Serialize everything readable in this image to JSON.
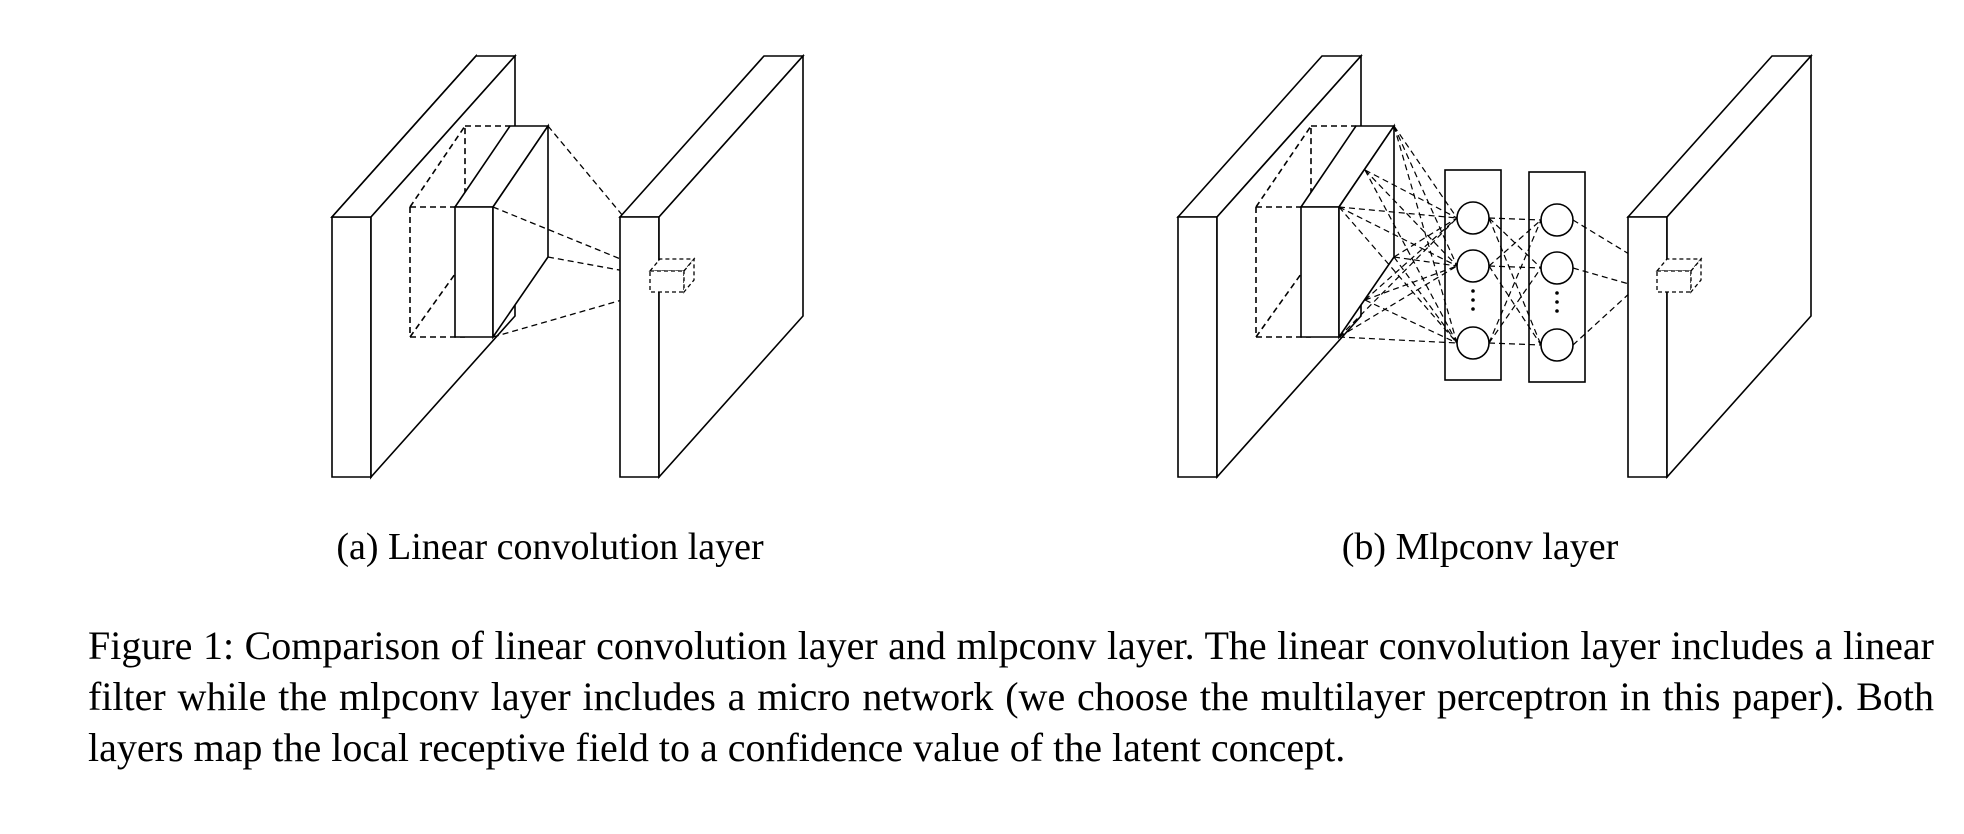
{
  "subfigures": [
    {
      "id": "a",
      "caption": "(a) Linear convolution layer"
    },
    {
      "id": "b",
      "caption": "(b) Mlpconv layer"
    }
  ],
  "figure_caption": "Figure 1: Comparison of linear convolution layer and mlpconv layer. The linear convolution layer includes a linear filter while the mlpconv layer includes a micro network (we choose the multilayer perceptron in this paper). Both layers map the local receptive field to a confidence value of the latent concept.",
  "mlp": {
    "hidden_layers": 2,
    "neurons_drawn_per_layer": 3
  }
}
